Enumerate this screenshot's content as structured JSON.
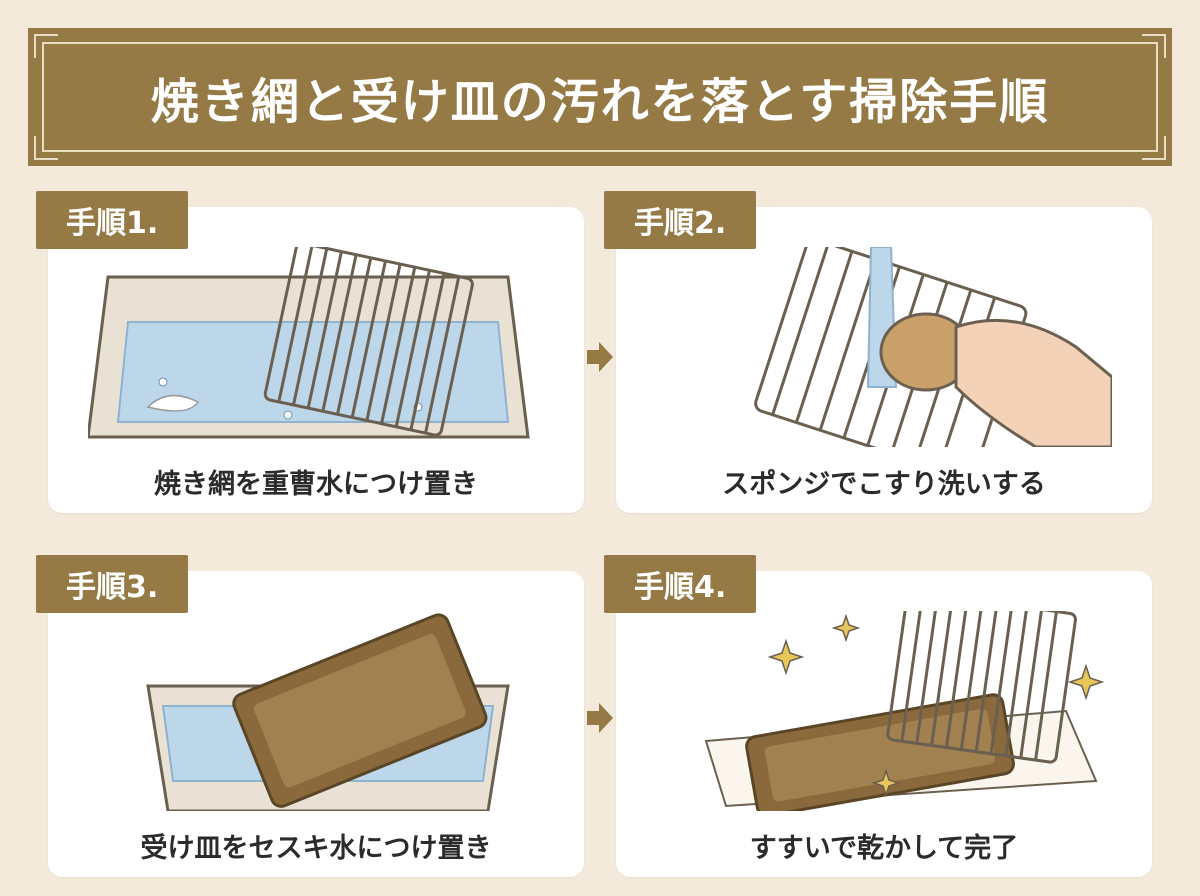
{
  "title": "焼き網と受け皿の汚れを落とす掃除手順",
  "steps": [
    {
      "label": "手順1.",
      "caption": "焼き網を重曹水につけ置き"
    },
    {
      "label": "手順2.",
      "caption": "スポンジでこすり洗いする"
    },
    {
      "label": "手順3.",
      "caption": "受け皿をセスキ水につけ置き"
    },
    {
      "label": "手順4.",
      "caption": "すすいで乾かして完了"
    }
  ],
  "colors": {
    "accent": "#957a45",
    "background": "#f3eadb",
    "card": "#ffffff",
    "water": "#bcd6ea"
  },
  "icons": [
    "arrow-right-icon",
    "sparkle-icon"
  ]
}
